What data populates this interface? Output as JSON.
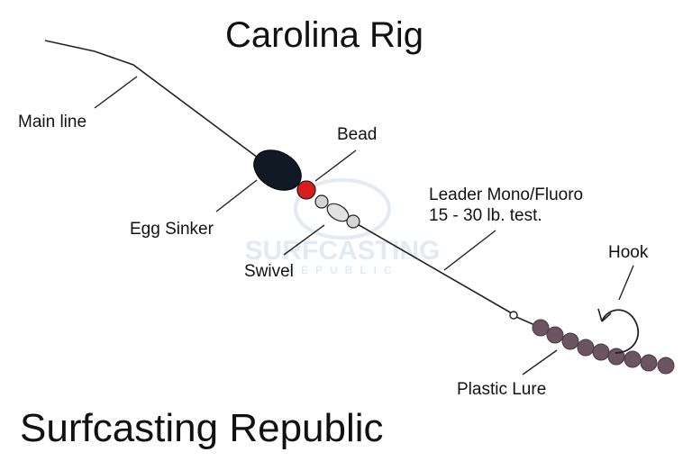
{
  "title": "Carolina Rig",
  "brand": "Surfcasting Republic",
  "watermark": {
    "word": "SURFCASTING",
    "sub": "REPUBLIC",
    "color": "#dfe9f0"
  },
  "labels": {
    "main_line": "Main line",
    "bead": "Bead",
    "egg_sinker": "Egg Sinker",
    "swivel": "Swivel",
    "leader_line1": "Leader Mono/Fluoro",
    "leader_line2": "15 - 30 lb. test.",
    "hook": "Hook",
    "plastic_lure": "Plastic Lure"
  },
  "colors": {
    "line": "#222222",
    "sinker": "#0f1a24",
    "bead": "#d91c1c",
    "swivel": "#d4d4d4",
    "lure": "#6b5560",
    "text": "#111111"
  }
}
